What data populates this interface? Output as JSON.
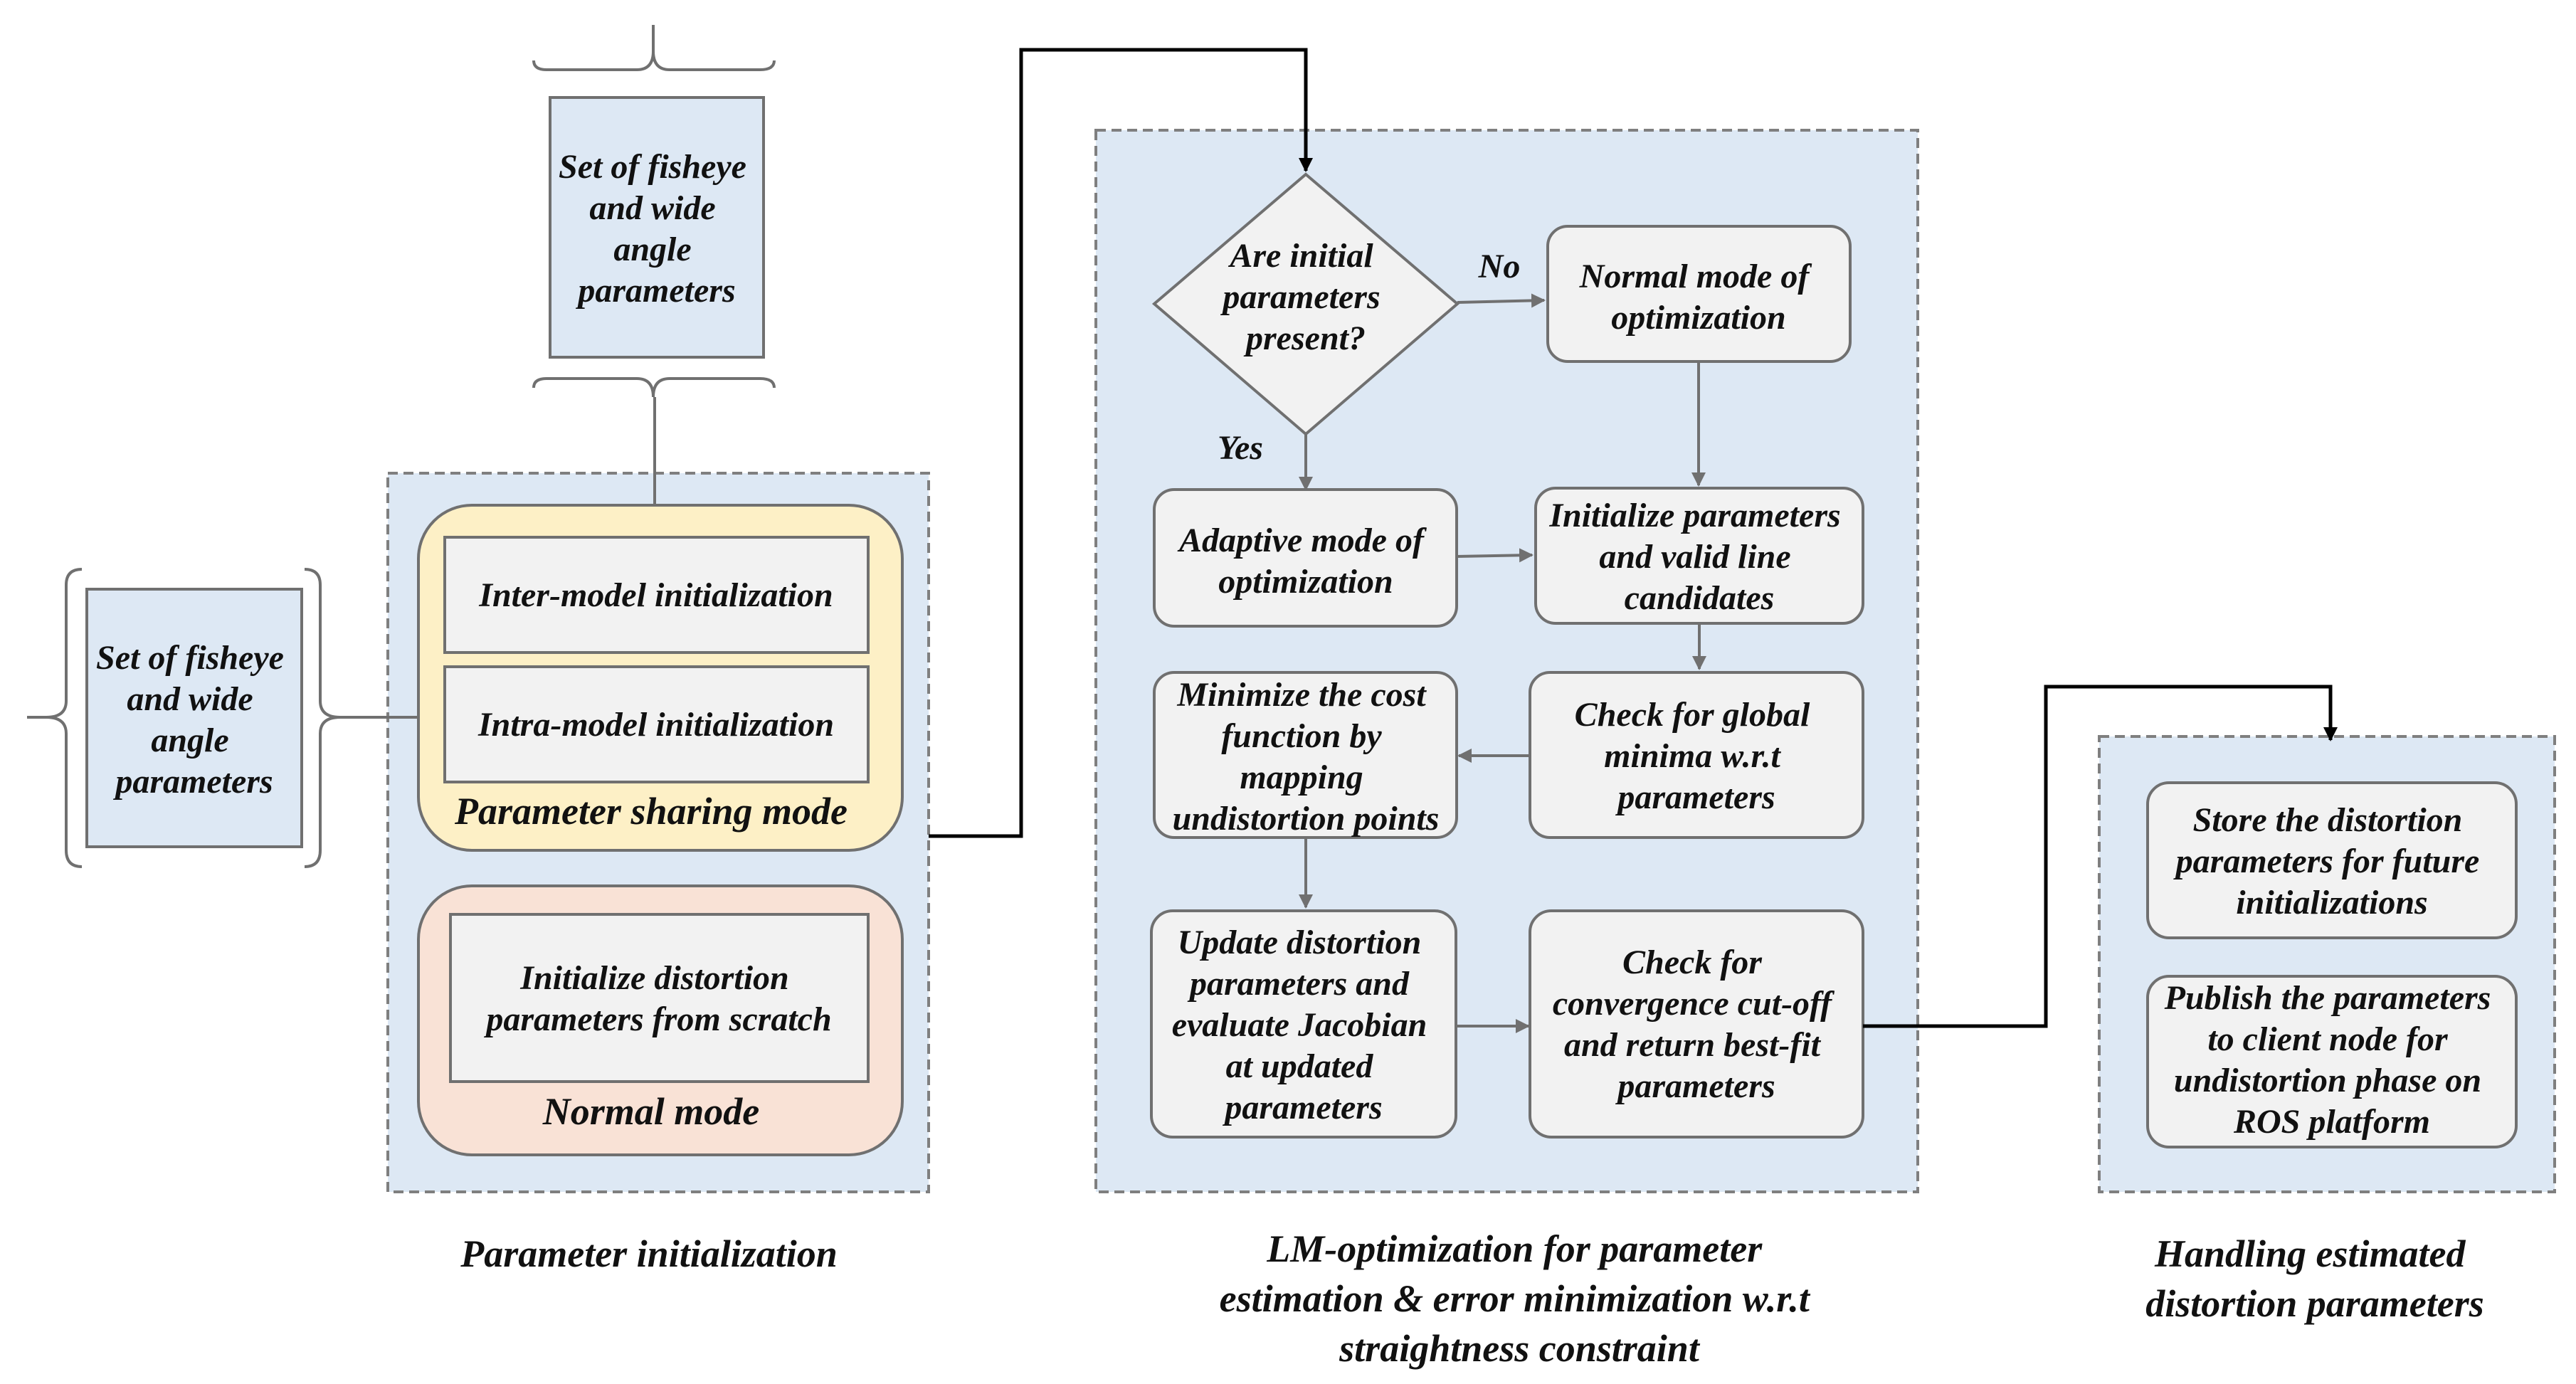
{
  "inputs": {
    "top": [
      "Set of fisheye",
      "and wide",
      "angle",
      "parameters"
    ],
    "left": [
      "Set of fisheye",
      "and wide",
      "angle",
      "parameters"
    ]
  },
  "stage1": {
    "title": "Parameter initialization",
    "sharing_mode": {
      "label": "Parameter sharing mode",
      "inter": "Inter-model initialization",
      "intra": "Intra-model initialization",
      "color": "#fdf0c6"
    },
    "normal_mode": {
      "label": "Normal mode",
      "scratch": [
        "Initialize distortion",
        "parameters from scratch"
      ],
      "color": "#f9e2d6"
    }
  },
  "stage2": {
    "title": [
      "LM-optimization for parameter",
      "estimation & error minimization w.r.t",
      "straightness constraint"
    ],
    "decision": [
      "Are initial",
      "parameters",
      "present?"
    ],
    "no_label": "No",
    "yes_label": "Yes",
    "normal_opt": [
      "Normal mode of",
      "optimization"
    ],
    "adaptive_opt": [
      "Adaptive mode of",
      "optimization"
    ],
    "init_params": [
      "Initialize parameters",
      "and valid line",
      "candidates"
    ],
    "global_minima": [
      "Check for global",
      "minima w.r.t",
      "parameters"
    ],
    "minimize": [
      "Minimize the cost",
      "function by",
      "mapping",
      "undistortion points"
    ],
    "update": [
      "Update distortion",
      "parameters and",
      "evaluate Jacobian",
      "at updated",
      "parameters"
    ],
    "convergence": [
      "Check for",
      "convergence cut-off",
      "and return best-fit",
      "parameters"
    ]
  },
  "stage3": {
    "title": [
      "Handling estimated",
      "distortion parameters"
    ],
    "store": [
      "Store the distortion",
      "parameters for future",
      "initializations"
    ],
    "publish": [
      "Publish the parameters",
      "to client node for",
      "undistortion phase on",
      "ROS platform"
    ]
  },
  "colors": {
    "panel_fill": "#dde8f4",
    "box_fill": "#f2f2f2",
    "stroke": "#707070"
  }
}
